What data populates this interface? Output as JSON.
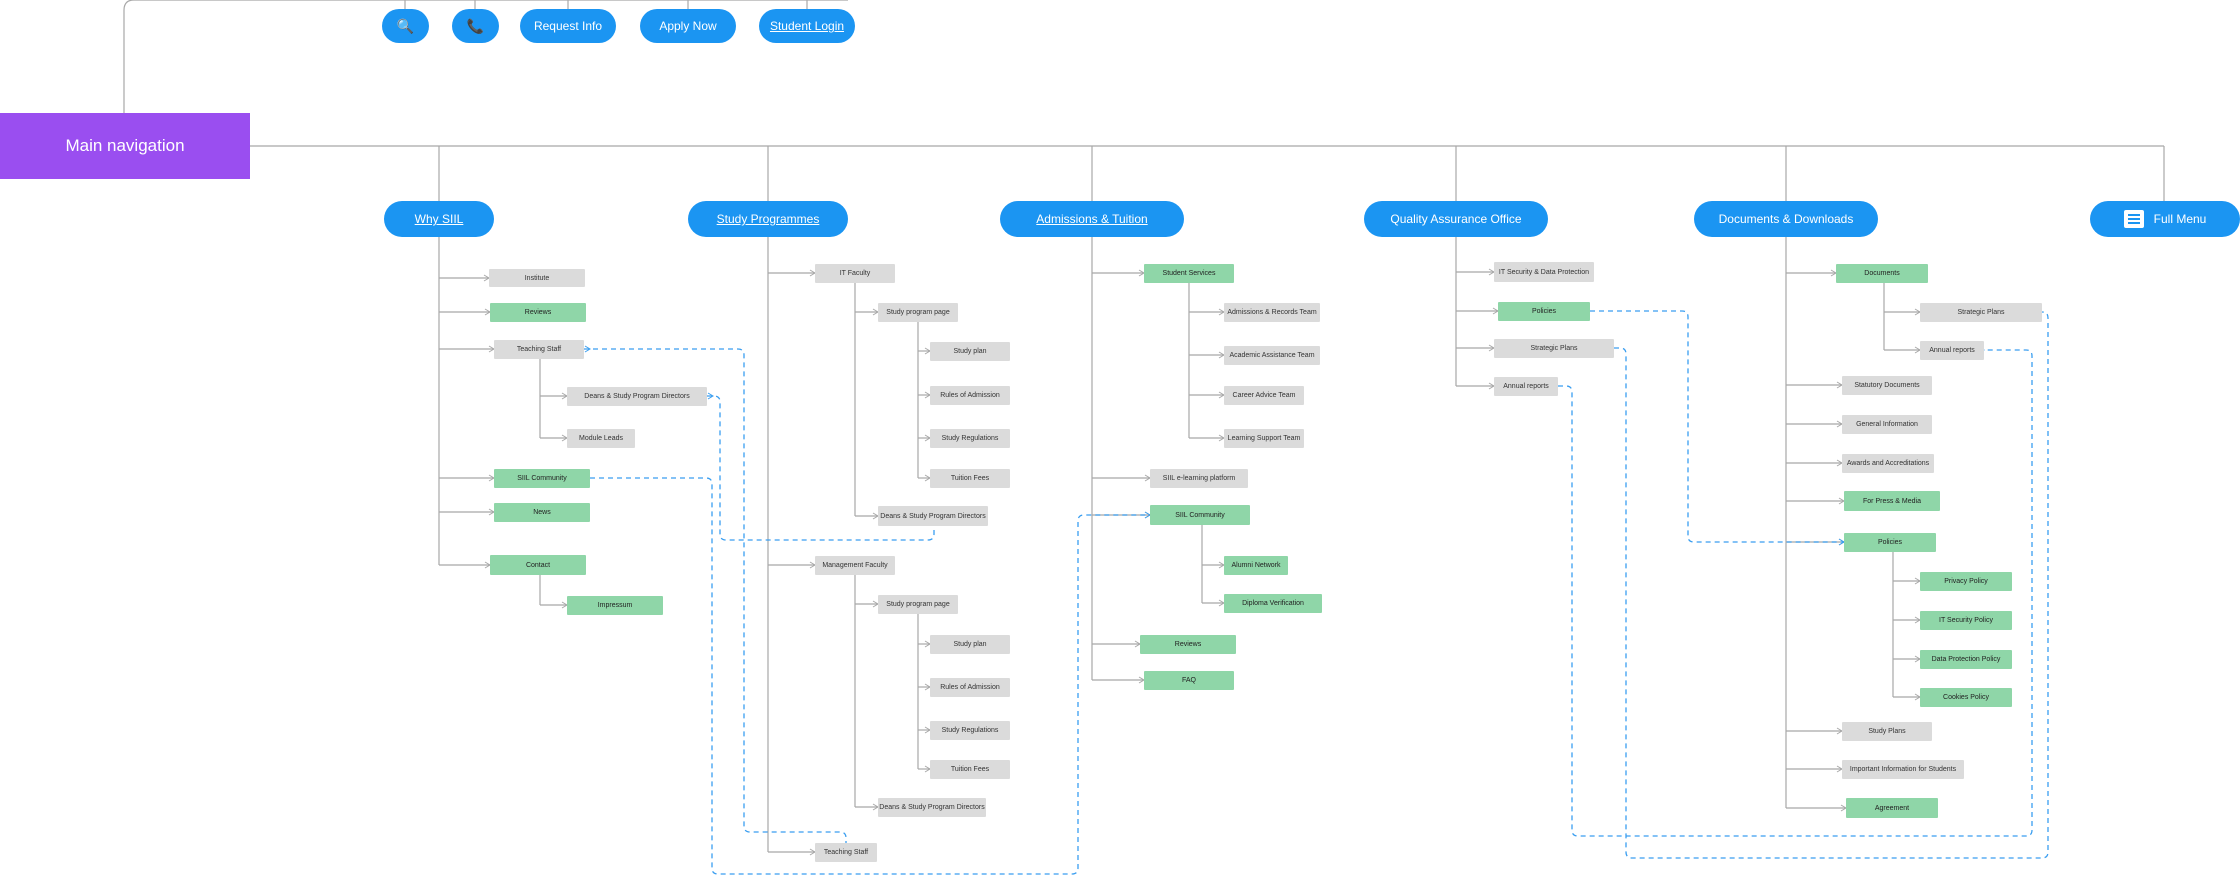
{
  "main_navigation": "Main navigation",
  "top_bar": {
    "search_icon": "search-icon",
    "phone_icon": "phone-icon",
    "search_glyph": "🔍",
    "phone_glyph": "📞",
    "request_info": "Request Info",
    "apply_now": "Apply Now",
    "student_login": "Student Login"
  },
  "sections": {
    "why_siil": {
      "title": "Why SIIL",
      "institute": "Institute",
      "reviews": "Reviews",
      "teaching_staff": "Teaching Staff",
      "deans": "Deans & Study Program Directors",
      "module_leads": "Module Leads",
      "siil_community": "SIIL Community",
      "news": "News",
      "contact": "Contact",
      "impressum": "Impressum"
    },
    "study_programmes": {
      "title": "Study Programmes",
      "it_faculty": "IT Faculty",
      "it_study_program_page": "Study program page",
      "it_study_plan": "Study plan",
      "it_rules": "Rules of Admission",
      "it_regulations": "Study Regulations",
      "it_tuition": "Tuition Fees",
      "it_deans": "Deans & Study Program Directors",
      "mgmt_faculty": "Management Faculty",
      "mgmt_study_program_page": "Study program page",
      "mgmt_study_plan": "Study plan",
      "mgmt_rules": "Rules of Admission",
      "mgmt_regulations": "Study Regulations",
      "mgmt_tuition": "Tuition Fees",
      "mgmt_deans": "Deans & Study Program Directors",
      "teaching_staff": "Teaching Staff"
    },
    "admissions": {
      "title": "Admissions & Tuition",
      "student_services": "Student Services",
      "admissions_records": "Admissions & Records Team",
      "academic_assistance": "Academic Assistance Team",
      "career_advice": "Career Advice Team",
      "learning_support": "Learning Support Team",
      "elearning": "SIIL e-learning platform",
      "siil_community": "SIIL Community",
      "alumni": "Alumni Network",
      "diploma": "Diploma Verification",
      "reviews": "Reviews",
      "faq": "FAQ"
    },
    "quality": {
      "title": "Quality Assurance Office",
      "it_security": "IT Security & Data Protection",
      "policies": "Policies",
      "strategic_plans": "Strategic Plans",
      "annual_reports": "Annual reports"
    },
    "documents": {
      "title": "Documents & Downloads",
      "documents": "Documents",
      "strategic_plans": "Strategic Plans",
      "annual_reports": "Annual reports",
      "statutory": "Statutory Documents",
      "general_info": "General Information",
      "awards": "Awards and Accreditations",
      "press": "For Press & Media",
      "policies": "Policies",
      "privacy": "Privacy Policy",
      "it_security_policy": "IT Security Policy",
      "data_protection": "Data Protection Policy",
      "cookies": "Cookies Policy",
      "study_plans": "Study Plans",
      "important_info": "Important Information for Students",
      "agreement": "Agreement"
    },
    "full_menu": {
      "title": "Full Menu",
      "icon": "menu-icon"
    }
  },
  "colors": {
    "main_node": "#9a4ef0",
    "blue_node": "#1b95f2",
    "green_node": "#8fd6a8",
    "grey_node": "#dbdbdb",
    "connector": "#a8a8a8",
    "cross_link": "#3a9ef0"
  }
}
